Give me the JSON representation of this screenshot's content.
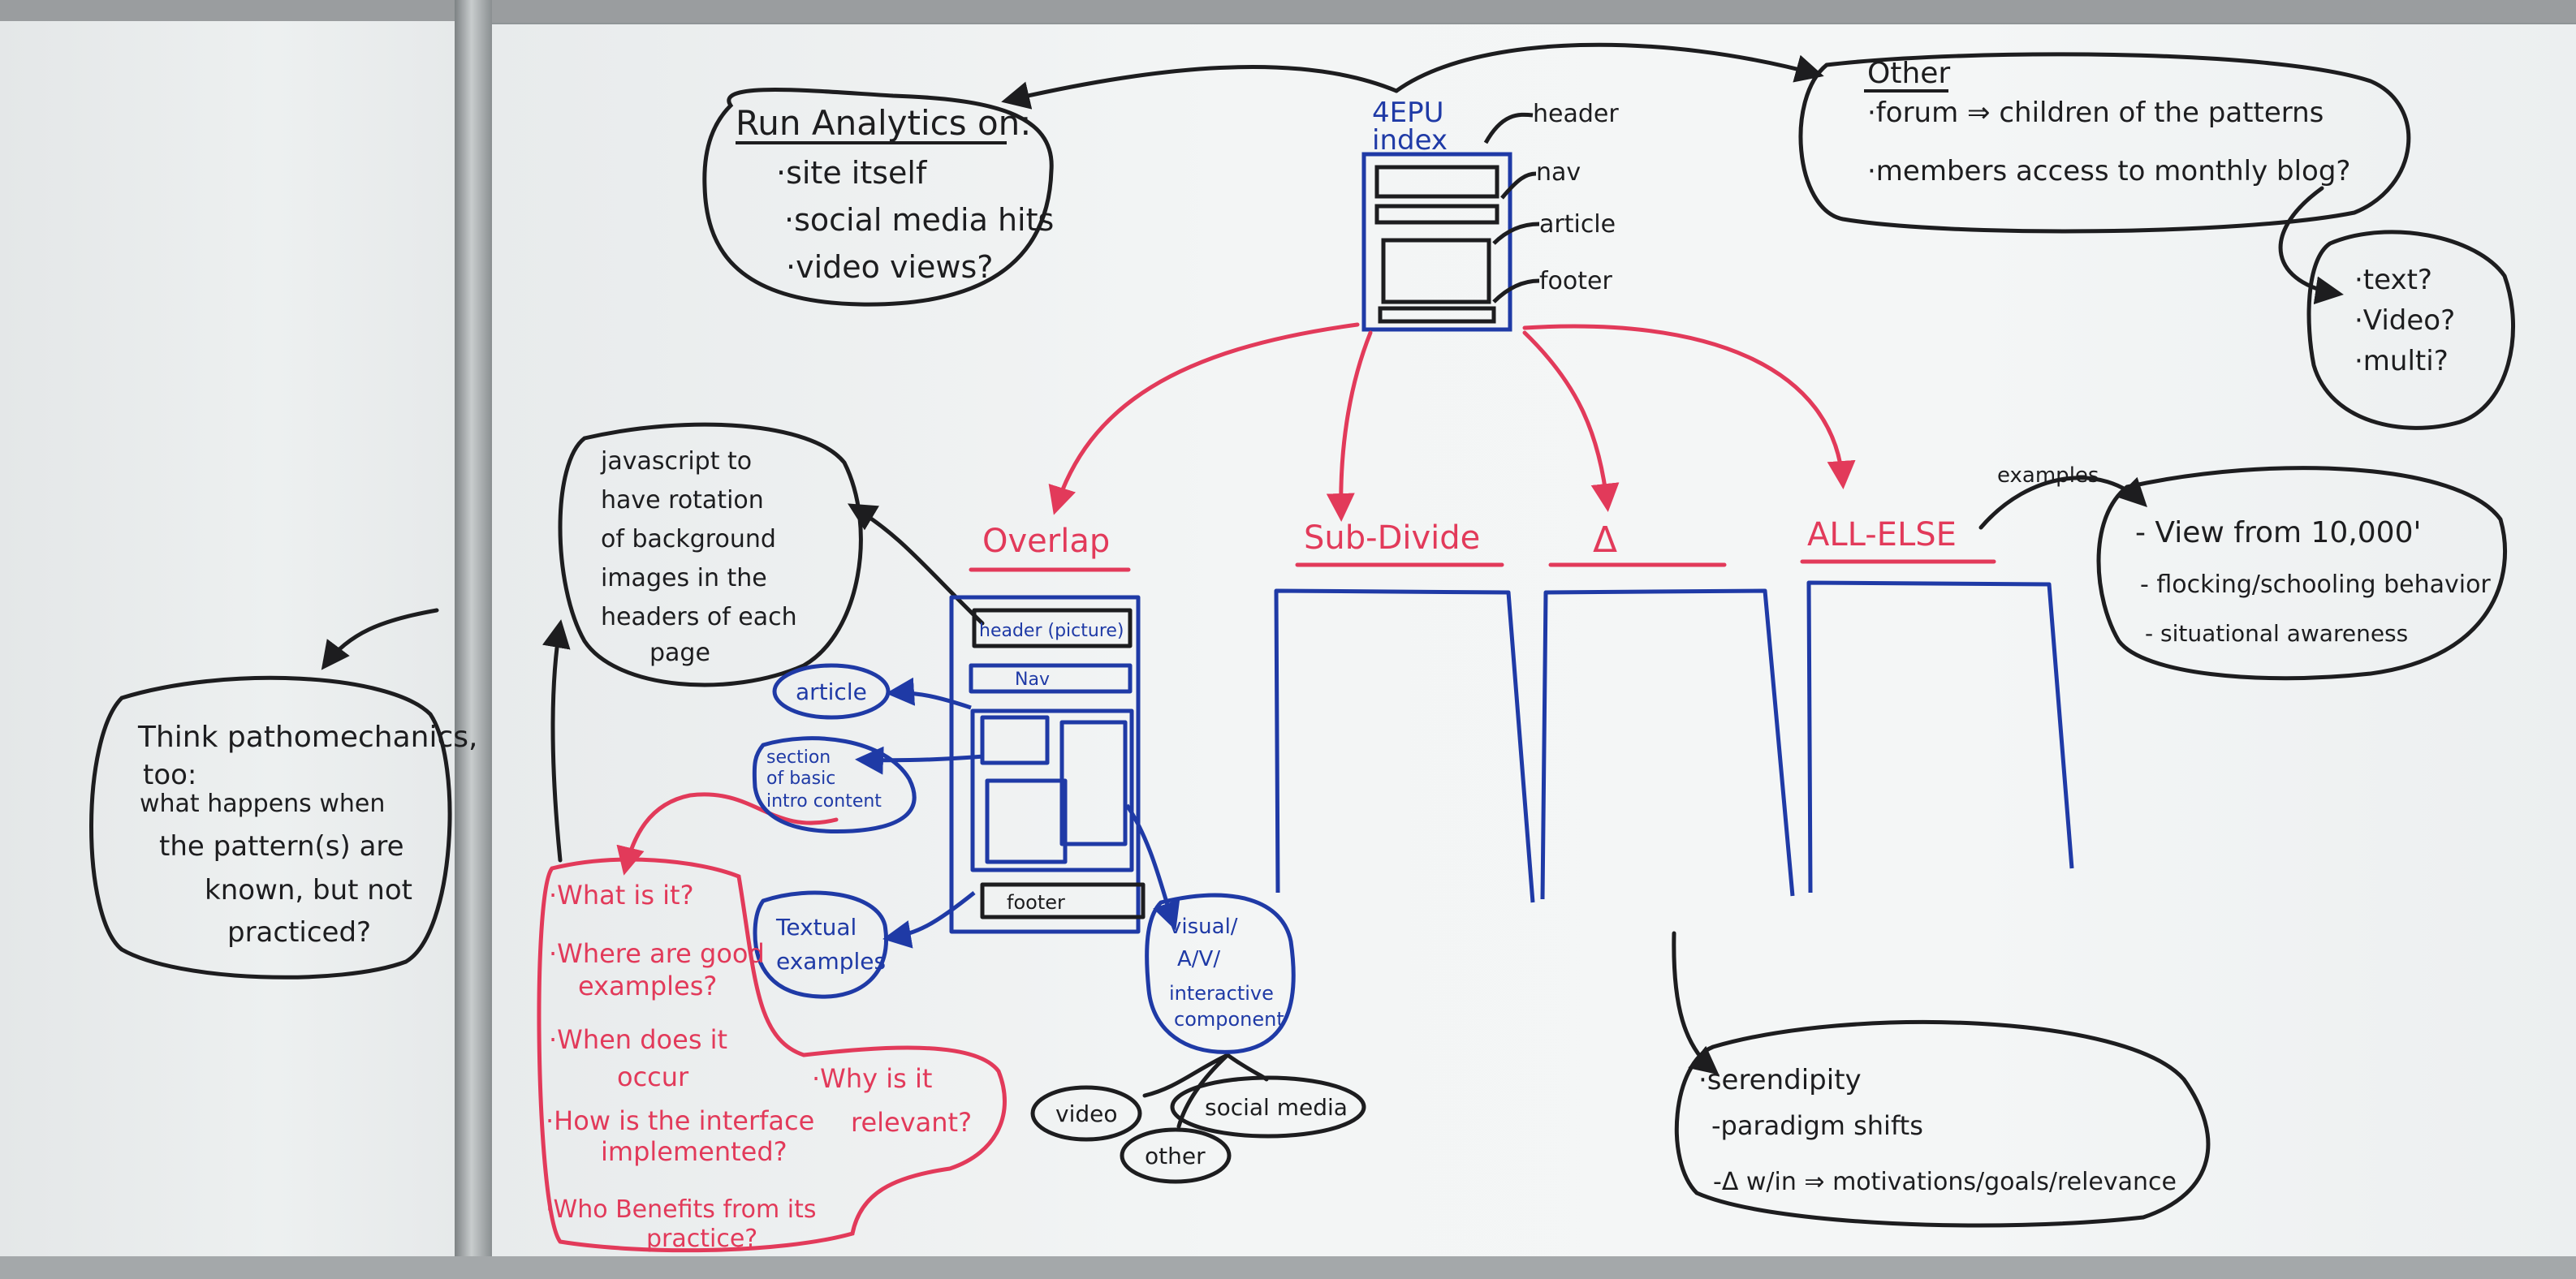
{
  "colors": {
    "black_marker": "#1d1d1f",
    "blue_marker": "#1f3aa6",
    "red_marker": "#e23a5a",
    "board": "#f1f3f3"
  },
  "analytics": {
    "title": "Run Analytics on:",
    "items": [
      "·site itself",
      "·social media hits",
      "·video views?"
    ]
  },
  "index": {
    "title_line1": "4EPU",
    "title_line2": "index",
    "labels": [
      "header",
      "nav",
      "article",
      "footer"
    ]
  },
  "other": {
    "title": "Other",
    "line1": "·forum ⇒ children of the patterns",
    "line2": "·members access to monthly blog?",
    "options": [
      "·text?",
      "·Video?",
      "·multi?"
    ]
  },
  "categories": [
    "Overlap",
    "Sub-Divide",
    "Δ",
    "ALL-ELSE"
  ],
  "examples_label": "examples",
  "examples": [
    "- View from 10,000'",
    "- flocking/schooling behavior",
    "- situational awareness"
  ],
  "javascript_note": [
    "javascript to",
    "have rotation",
    "of background",
    "images in the",
    "headers of each",
    "page"
  ],
  "overlap_page": {
    "header": "header (picture)",
    "nav": "Nav",
    "footer": "footer"
  },
  "blue_notes": {
    "article": "article",
    "section": [
      "section",
      "of basic",
      "intro content"
    ],
    "textual": [
      "Textual",
      "examples"
    ],
    "visual": [
      "visual/",
      "A/V/",
      "interactive",
      "component"
    ]
  },
  "media": [
    "video",
    "other",
    "social media"
  ],
  "think": [
    "Think pathomechanics,",
    "too:",
    "what happens when",
    "the pattern(s) are",
    "known, but not",
    "practiced?"
  ],
  "questions": [
    "·What is it?",
    "·Where are good",
    "examples?",
    "·When does it",
    "occur",
    "·How is the interface",
    "implemented?",
    "·Who Benefits from its",
    "practice?"
  ],
  "why": [
    "·Why is it",
    "relevant?"
  ],
  "serendipity": [
    "·serendipity",
    "-paradigm shifts",
    "-Δ w/in ⇒ motivations/goals/relevance"
  ]
}
